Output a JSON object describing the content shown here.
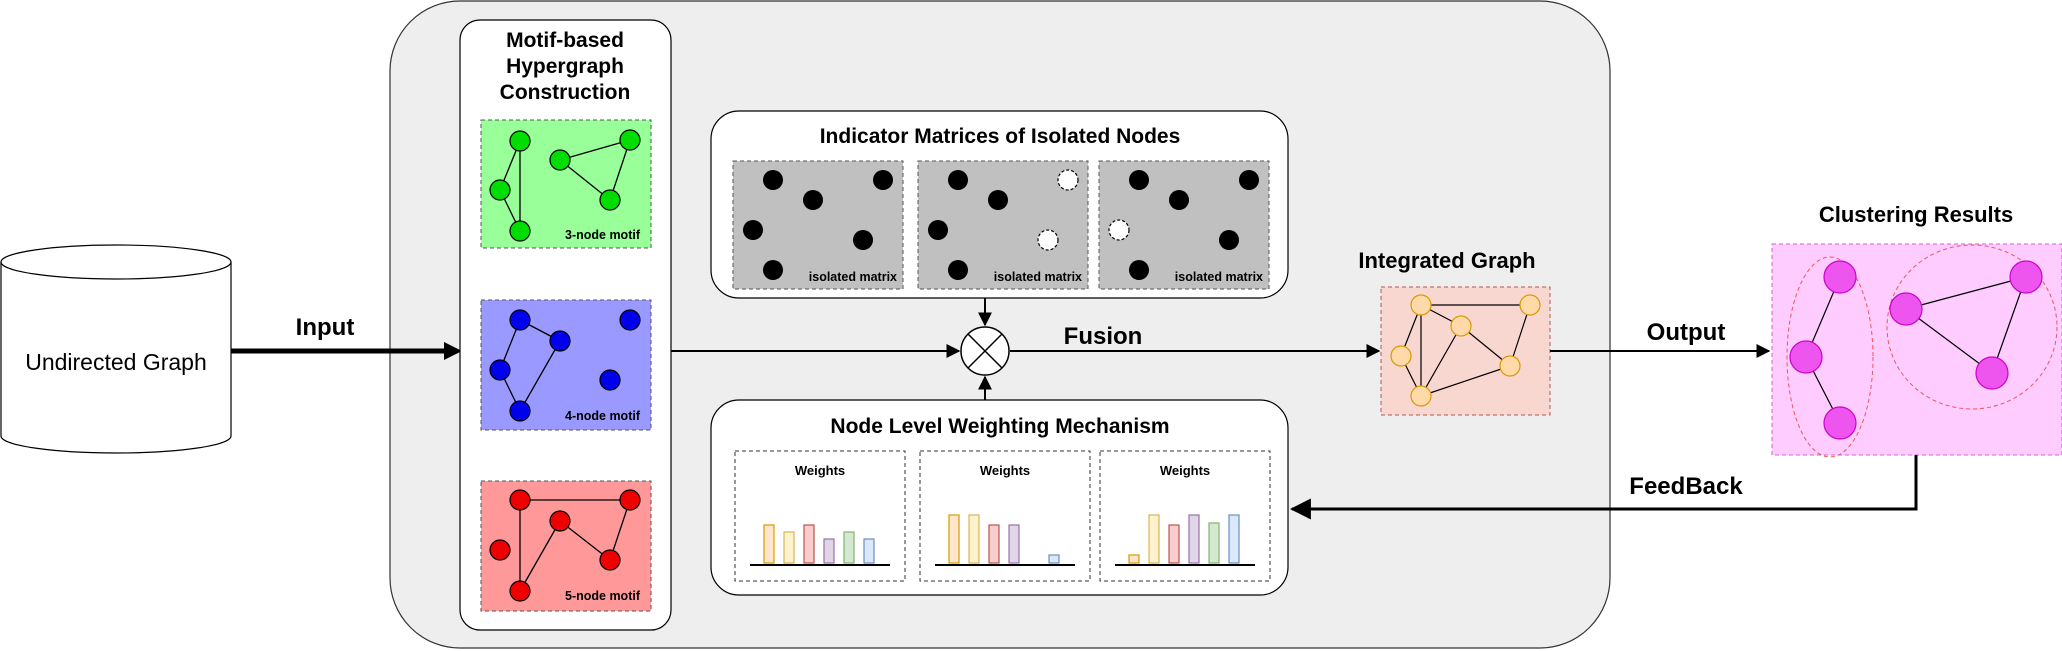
{
  "labels": {
    "undirected_graph": "Undirected Graph",
    "input": "Input",
    "motif_title_1": "Motif-based",
    "motif_title_2": "Hypergraph",
    "motif_title_3": "Construction",
    "motif_3": "3-node motif",
    "motif_4": "4-node motif",
    "motif_5": "5-node motif",
    "indicator_title": "Indicator Matrices of Isolated Nodes",
    "isolated_matrix": "isolated matrix",
    "fusion": "Fusion",
    "weighting_title": "Node Level Weighting Mechanism",
    "weights": "Weights",
    "integrated_graph": "Integrated Graph",
    "output": "Output",
    "clustering_results": "Clustering Results",
    "feedback": "FeedBack"
  },
  "colors": {
    "panel_bg": "#eeeeee",
    "motif3_fill": "#99ff99",
    "motif3_node": "#00dd00",
    "motif4_fill": "#9999ff",
    "motif4_node": "#0000ee",
    "motif5_fill": "#ff9999",
    "motif5_node": "#ee0000",
    "matrix_fill": "#c0c0c0",
    "integrated_fill": "#f8d7d0",
    "integrated_node": "#ffd9a8",
    "cluster_fill": "#ffccff",
    "cluster_node": "#ee55ee",
    "bar_colors": [
      "#ffe6cc",
      "#fff2cc",
      "#f8cecc",
      "#e1d5e7",
      "#d5e8d4",
      "#dae8fc"
    ],
    "bar_strokes": [
      "#d79b00",
      "#d6b656",
      "#b85450",
      "#9673a6",
      "#82b366",
      "#6c8ebf"
    ]
  },
  "weights_charts": [
    [
      0.76,
      0.62,
      0.76,
      0.48,
      0.62,
      0.48
    ],
    [
      0.96,
      0.96,
      0.76,
      0.76,
      0,
      0.16
    ],
    [
      0.16,
      0.96,
      0.76,
      0.96,
      0.8,
      0.96
    ]
  ]
}
